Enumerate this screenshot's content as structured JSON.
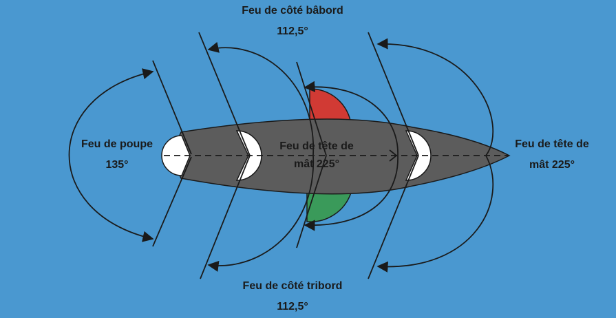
{
  "colors": {
    "background": "#4a98d0",
    "hull": "#5c5c5c",
    "port_light": "#d13a34",
    "starboard_light": "#3a9a5a",
    "light_white": "#ffffff",
    "line": "#1a1a1a"
  },
  "labels": {
    "port_title": "Feu de côté bâbord",
    "port_angle": "112,5°",
    "starboard_title": "Feu de côté tribord",
    "starboard_angle": "112,5°",
    "stern_title": "Feu de poupe",
    "stern_angle": "135°",
    "masthead_mid_line1": "Feu de tête de",
    "masthead_mid_line2": "mât 225°",
    "masthead_bow_line1": "Feu de tête de",
    "masthead_bow_line2": "mât 225°"
  }
}
